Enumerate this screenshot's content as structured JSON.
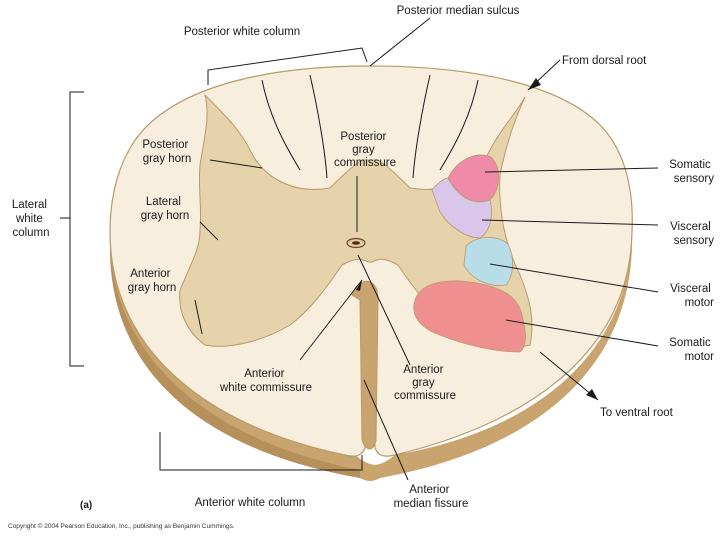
{
  "colors": {
    "white_matter": "#f7eedd",
    "gray_matter": "#e6d2ab",
    "outline": "#b79a6b",
    "side_wall": "#caa46e",
    "side_wall_dark": "#a57f4c",
    "somatic_sensory": "#ef8aa8",
    "visceral_sensory": "#d9c6ea",
    "visceral_motor": "#b9dde8",
    "somatic_motor": "#f08f8f"
  },
  "labels": {
    "posterior_white_column": "Posterior white column",
    "posterior_median_sulcus": "Posterior median sulcus",
    "from_dorsal_root": "From dorsal root",
    "lateral_white_column": [
      "Lateral",
      "white",
      "column"
    ],
    "posterior_gray_horn": [
      "Posterior",
      "gray horn"
    ],
    "lateral_gray_horn": [
      "Lateral",
      "gray horn"
    ],
    "anterior_gray_horn": [
      "Anterior",
      "gray horn"
    ],
    "posterior_gray_commissure": [
      "Posterior",
      "gray",
      "commissure"
    ],
    "somatic_sensory": [
      "Somatic",
      "sensory"
    ],
    "visceral_sensory": [
      "Visceral",
      "sensory"
    ],
    "visceral_motor": [
      "Visceral",
      "motor"
    ],
    "somatic_motor": [
      "Somatic",
      "motor"
    ],
    "anterior_white_commissure": [
      "Anterior",
      "white commissure"
    ],
    "anterior_gray_commissure": [
      "Anterior",
      "gray",
      "commissure"
    ],
    "to_ventral_root": "To ventral root",
    "anterior_white_column": "Anterior white column",
    "anterior_median_fissure": [
      "Anterior",
      "median fissure"
    ],
    "panel_letter": "(a)",
    "copyright": "Copyright © 2004 Pearson Education, Inc., publishing as Benjamin Cummings."
  }
}
